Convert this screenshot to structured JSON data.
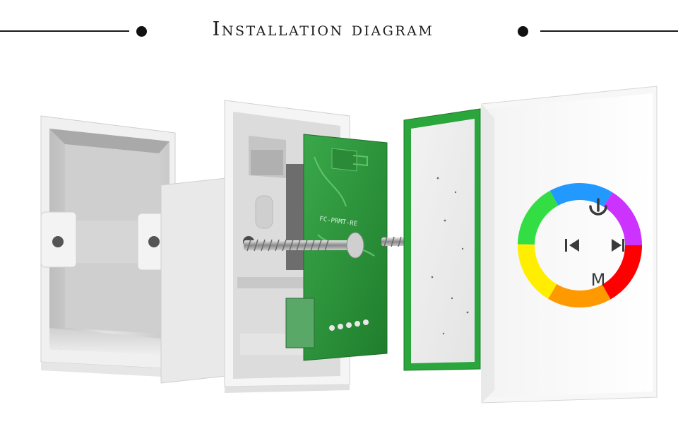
{
  "header": {
    "title": "Installation diagram"
  },
  "components": [
    {
      "name": "mounting-box"
    },
    {
      "name": "frame-bracket"
    },
    {
      "name": "control-circuit-board",
      "board_text": "FC-PRMT-RE"
    },
    {
      "name": "touch-pad-module"
    },
    {
      "name": "glass-touch-panel"
    }
  ],
  "panel": {
    "icons": [
      "power-icon",
      "previous-icon",
      "next-icon"
    ],
    "mode_label": "M"
  },
  "colors": {
    "pcb_green": "#2f9e3c",
    "frame_white": "#f2f2f2",
    "box_grey": "#d8d8d8"
  }
}
